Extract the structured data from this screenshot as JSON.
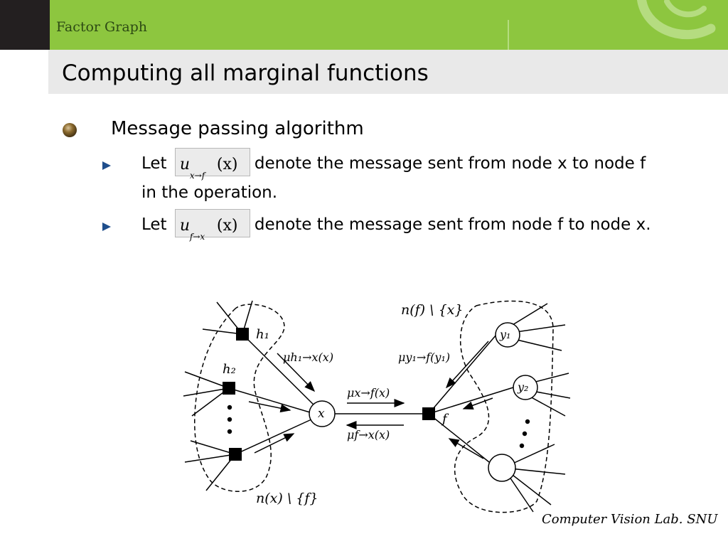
{
  "header": {
    "section_title": "Factor Graph"
  },
  "slide": {
    "title": "Computing all marginal functions"
  },
  "bullets": {
    "main": "Message passing algorithm",
    "sub1": {
      "let": "Let",
      "rest": "denote the message sent from node x to node f in the operation.",
      "eq": {
        "u": "u",
        "sub": "x→f",
        "arg": "(x)"
      }
    },
    "sub2": {
      "let": "Let",
      "rest": "denote the message sent from node f to node x.",
      "eq": {
        "u": "u",
        "sub": "f→x",
        "arg": "(x)"
      }
    }
  },
  "diagram": {
    "labels": {
      "h1": "h₁",
      "h2": "h₂",
      "x": "x",
      "f": "f",
      "y1": "y₁",
      "y2": "y₂",
      "mu_h1_x": "μh₁→x(x)",
      "mu_y1_f": "μy₁→f(y₁)",
      "mu_x_f": "μx→f(x)",
      "mu_f_x": "μf→x(x)",
      "n_f_x": "n(f) \\ {x}",
      "n_x_f": "n(x) \\ {f}"
    }
  },
  "footer": {
    "lab": "Computer Vision Lab. SNU"
  },
  "colors": {
    "header_green": "#8dc63f",
    "corner": "#231f20",
    "title_band": "#e9e9e9",
    "arrow_bullet": "#1f4e8c"
  }
}
